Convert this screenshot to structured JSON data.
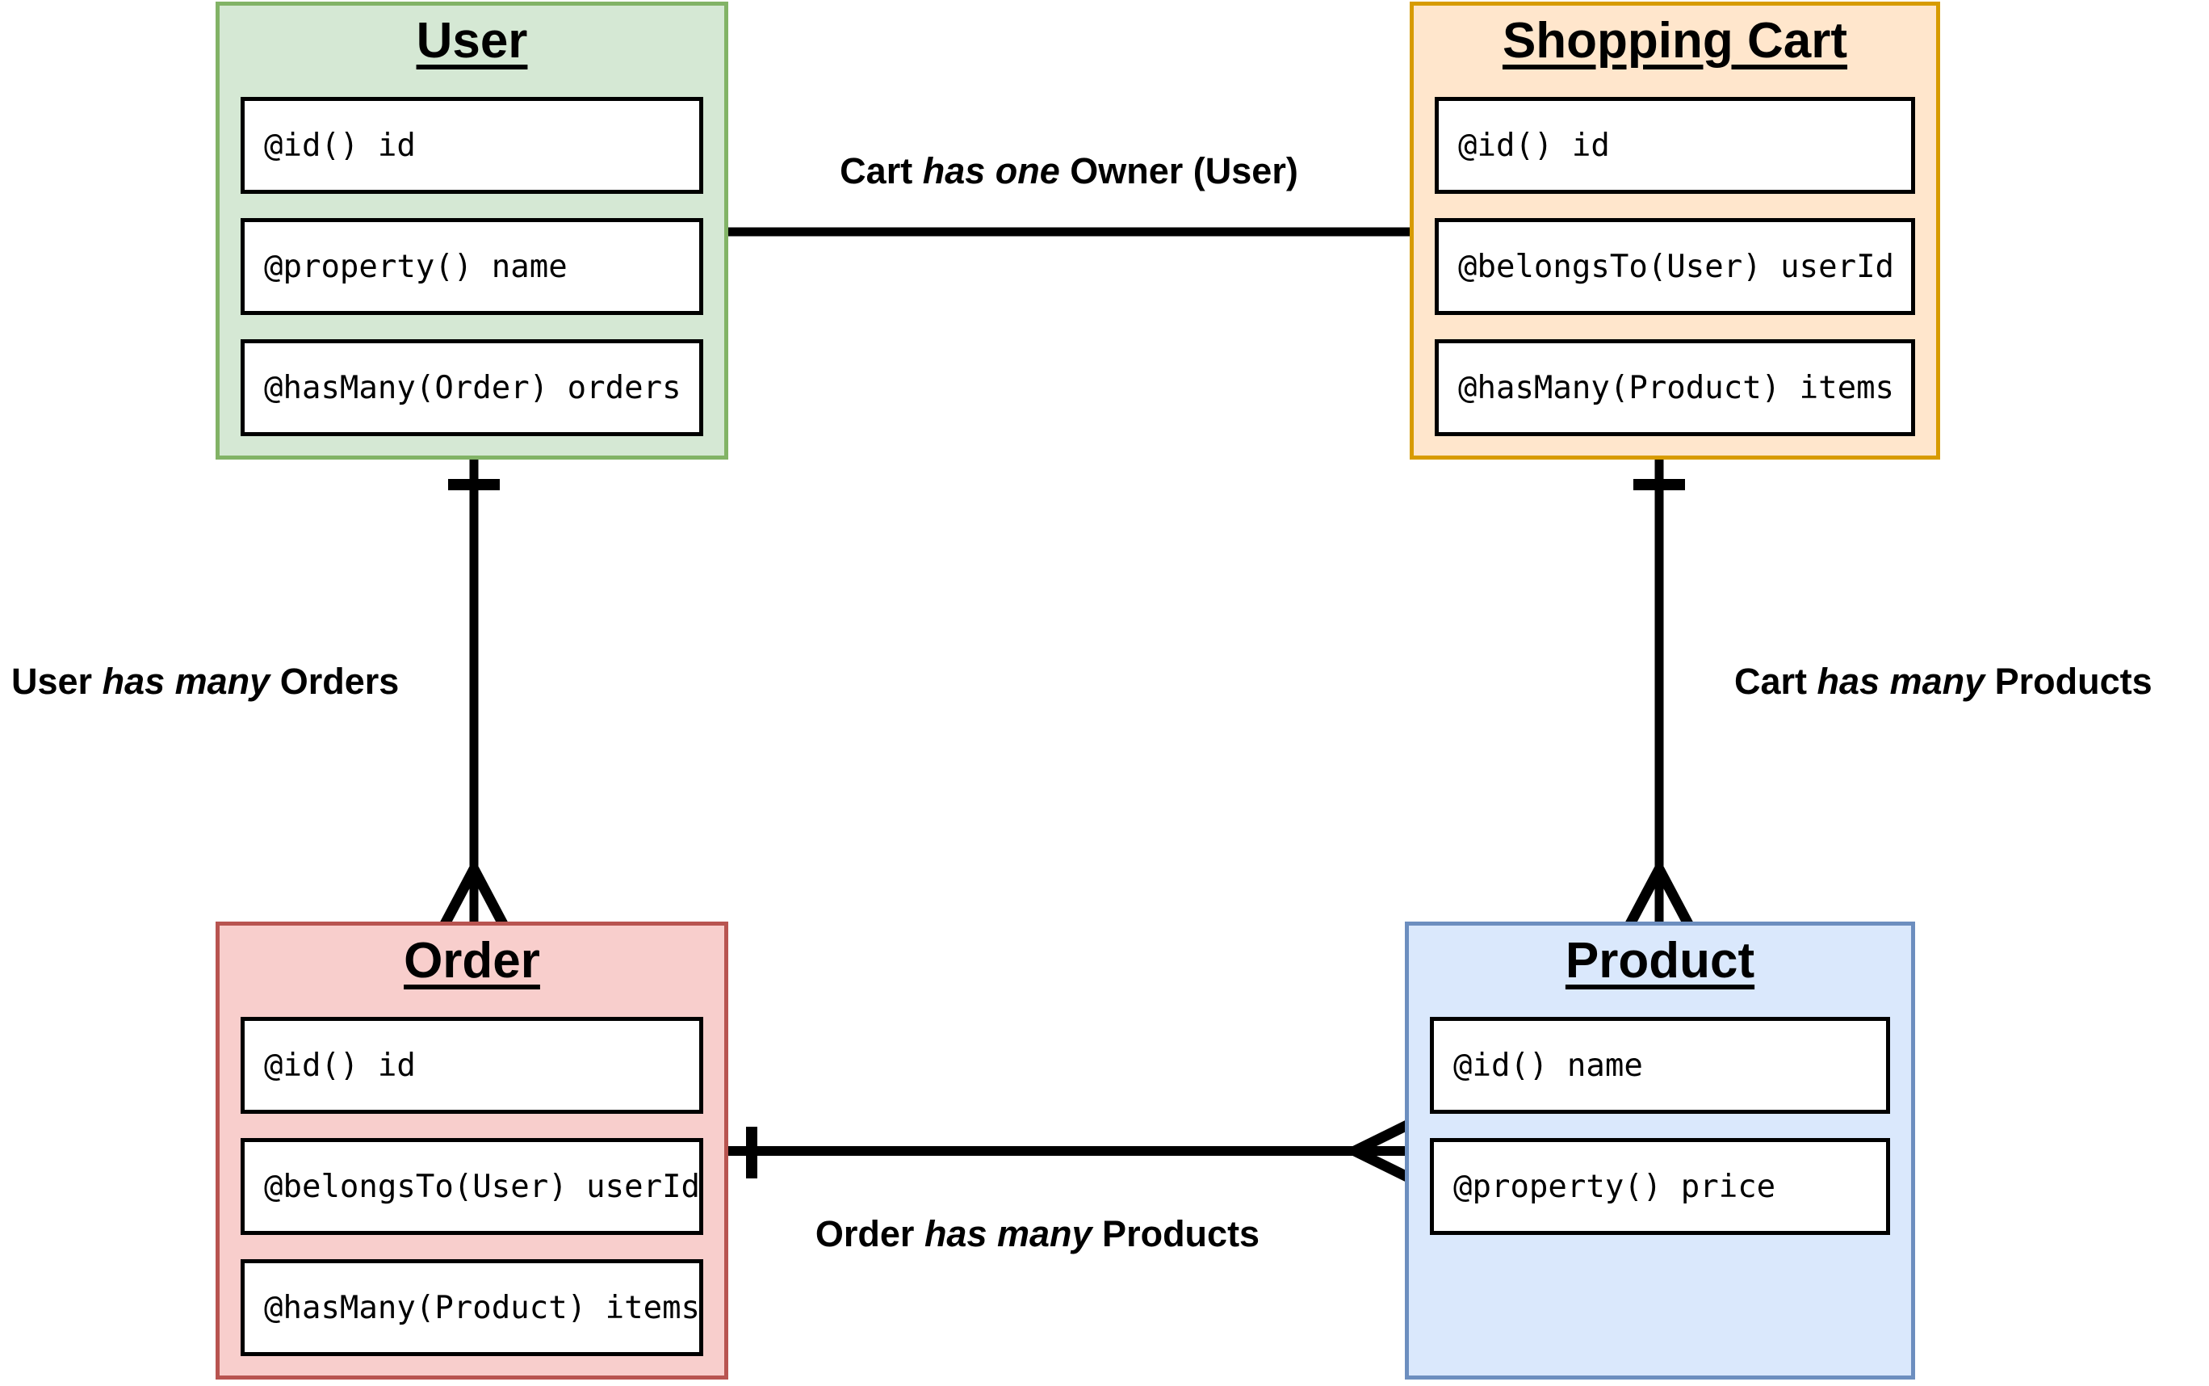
{
  "diagram": {
    "type": "entity-relationship",
    "background_color": "#ffffff",
    "connector_color": "#000000"
  },
  "entities": {
    "user": {
      "title": "User",
      "fields": [
        "@id() id",
        "@property() name",
        "@hasMany(Order) orders"
      ],
      "fill": "#d5e8d4",
      "border": "#82b366"
    },
    "shopping_cart": {
      "title": "Shopping Cart",
      "fields": [
        "@id() id",
        "@belongsTo(User) userId",
        "@hasMany(Product) items"
      ],
      "fill": "#ffe6cc",
      "border": "#d79b00"
    },
    "order": {
      "title": "Order",
      "fields": [
        "@id() id",
        "@belongsTo(User) userId",
        "@hasMany(Product) items"
      ],
      "fill": "#f8cecc",
      "border": "#b85450"
    },
    "product": {
      "title": "Product",
      "fields": [
        "@id() name",
        "@property() price"
      ],
      "fill": "#dae8fc",
      "border": "#6c8ebf"
    }
  },
  "relationships": [
    {
      "pre": "Cart ",
      "italic": "has one",
      "post": " Owner (User)",
      "from": "User",
      "to": "Shopping Cart",
      "from_marker": "none",
      "to_marker": "none"
    },
    {
      "pre": "User ",
      "italic": "has many",
      "post": " Orders",
      "from": "User",
      "to": "Order",
      "from_marker": "one",
      "to_marker": "many-crow-foot"
    },
    {
      "pre": "Cart ",
      "italic": "has many",
      "post": " Products",
      "from": "Shopping Cart",
      "to": "Product",
      "from_marker": "one",
      "to_marker": "many-crow-foot"
    },
    {
      "pre": "Order ",
      "italic": "has many",
      "post": " Products",
      "from": "Order",
      "to": "Product",
      "from_marker": "one",
      "to_marker": "many-crow-foot"
    }
  ]
}
